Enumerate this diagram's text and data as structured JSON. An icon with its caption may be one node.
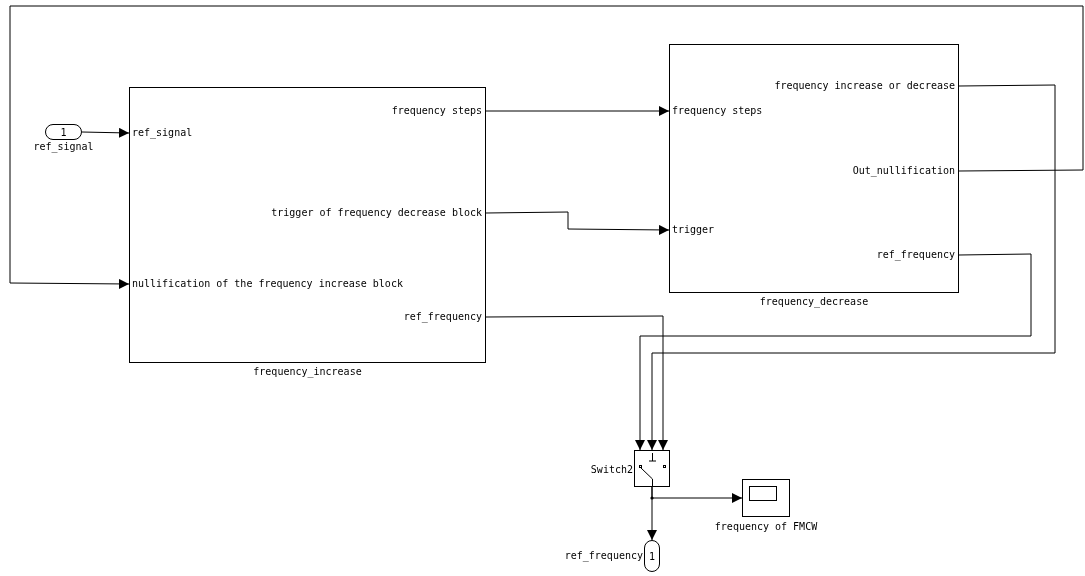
{
  "diagram": {
    "nodes": [
      {
        "text": [
          "frequency_increase"
        ]
      },
      {
        "text": [
          "ref_signal"
        ],
        "in": 0
      },
      {
        "text": [
          "nullification of the frequency increase block"
        ],
        "in": 0
      },
      {
        "text": [
          "frequency steps"
        ],
        "in": 0
      },
      {
        "text": [
          "trigger of frequency decrease block"
        ],
        "in": 0
      },
      {
        "text": [
          "ref_frequency"
        ],
        "in": 0
      },
      {
        "text": [
          "frequency_decrease"
        ]
      },
      {
        "text": [
          "frequency steps"
        ],
        "in": 6
      },
      {
        "text": [
          "trigger"
        ],
        "in": 6
      },
      {
        "text": [
          "frequency increase or decrease"
        ],
        "in": 6
      },
      {
        "text": [
          "Out_nullification"
        ],
        "in": 6
      },
      {
        "text": [
          "ref_frequency"
        ],
        "in": 6
      },
      {
        "text": [
          "1",
          "ref_signal"
        ]
      },
      {
        "text": [
          "Switch2"
        ]
      },
      {
        "text": [
          "frequency of FMCW"
        ]
      },
      {
        "text": [
          "ref_frequency",
          "1"
        ]
      }
    ],
    "edges": [
      {
        "from": 12,
        "to": 1,
        "arrow": "to"
      },
      {
        "from": 3,
        "to": 7,
        "arrow": "to"
      },
      {
        "from": 4,
        "to": 8,
        "arrow": "to"
      },
      {
        "from": 10,
        "to": 2,
        "arrow": "to"
      },
      {
        "from": 11,
        "to": 13,
        "arrow": "to"
      },
      {
        "from": 9,
        "to": 13,
        "arrow": "to"
      },
      {
        "from": 5,
        "to": 13,
        "arrow": "to"
      },
      {
        "from": 13,
        "to": 14,
        "arrow": "to"
      },
      {
        "from": 13,
        "to": 15,
        "arrow": "to"
      }
    ]
  }
}
